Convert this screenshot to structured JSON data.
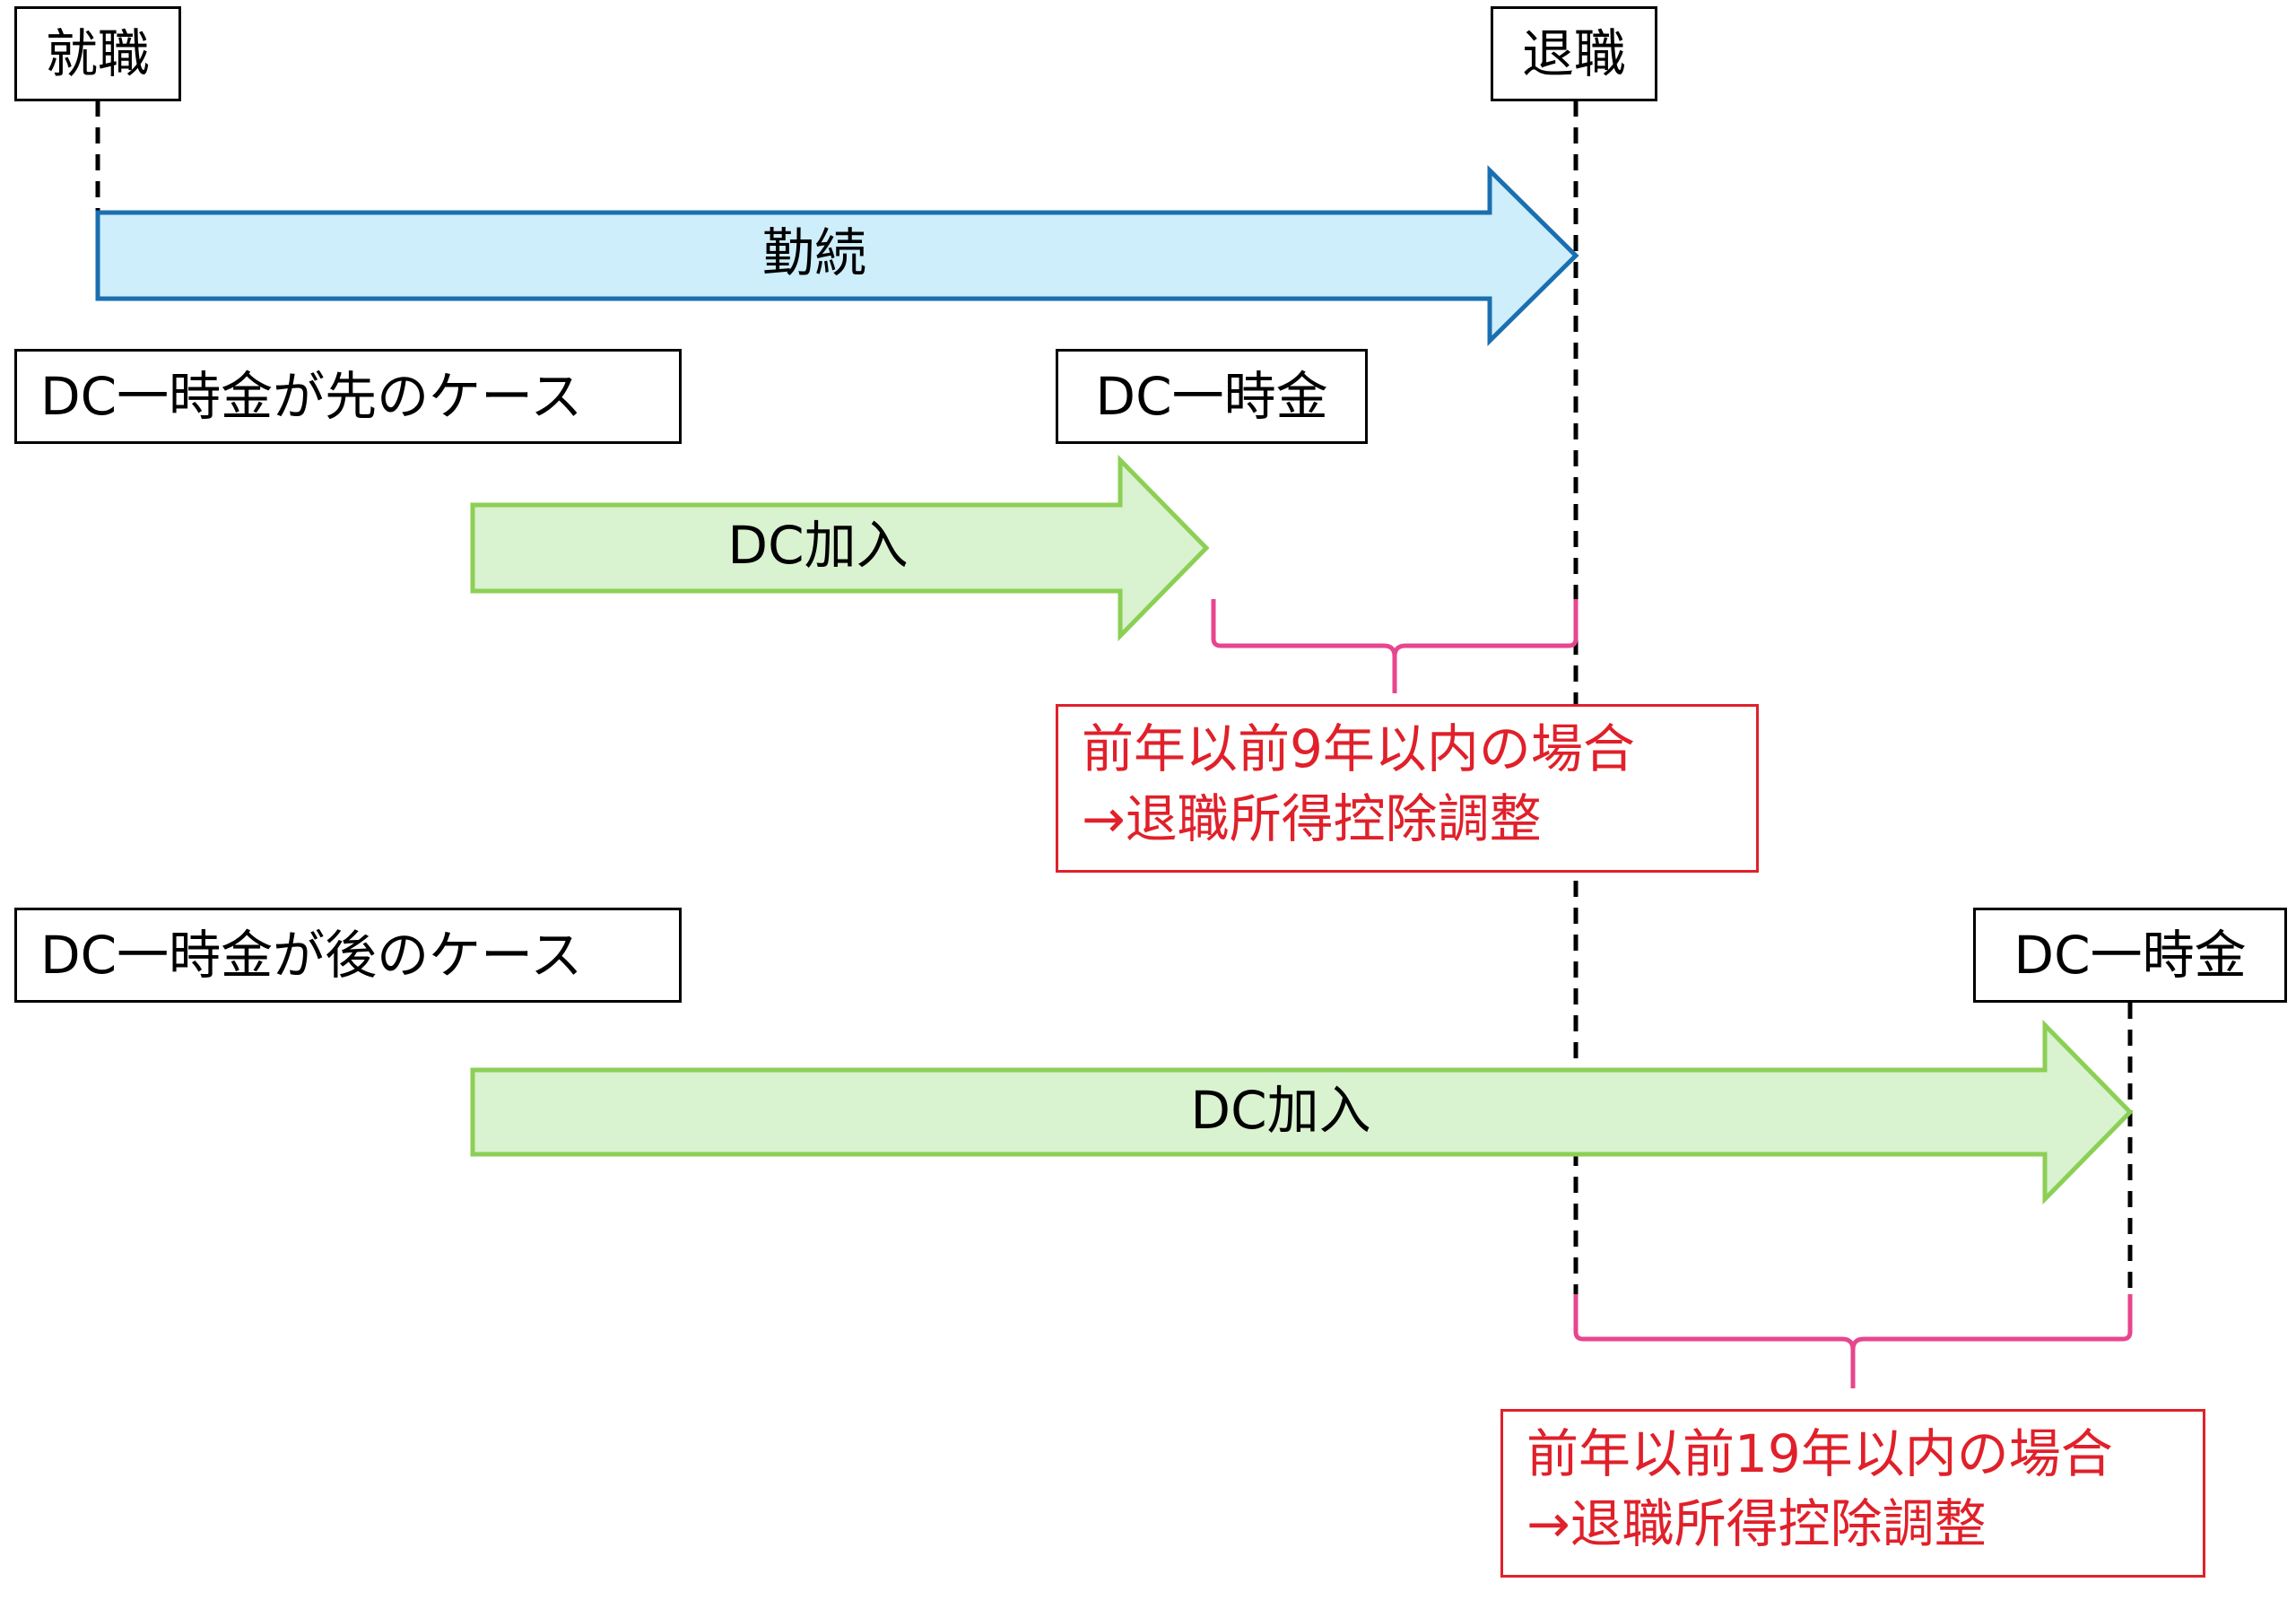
{
  "labels": {
    "hire": "就職",
    "retire": "退職",
    "tenure": "勤続",
    "case_before": "DC一時金が先のケース",
    "case_after": "DC一時金が後のケース",
    "dc_lump_before": "DC一時金",
    "dc_lump_after": "DC一時金",
    "dc_join_before": "DC加入",
    "dc_join_after": "DC加入"
  },
  "notes": {
    "before_line1": "前年以前9年以内の場合",
    "before_line2": "→退職所得控除調整",
    "after_line1": "前年以前19年以内の場合",
    "after_line2": "→退職所得控除調整"
  },
  "colors": {
    "tenure_fill": "#cdeefa",
    "tenure_stroke": "#1b6fb0",
    "dc_fill": "#d9f2cf",
    "dc_stroke": "#8ccf55",
    "brace": "#e8458f",
    "note": "#e0202a"
  }
}
